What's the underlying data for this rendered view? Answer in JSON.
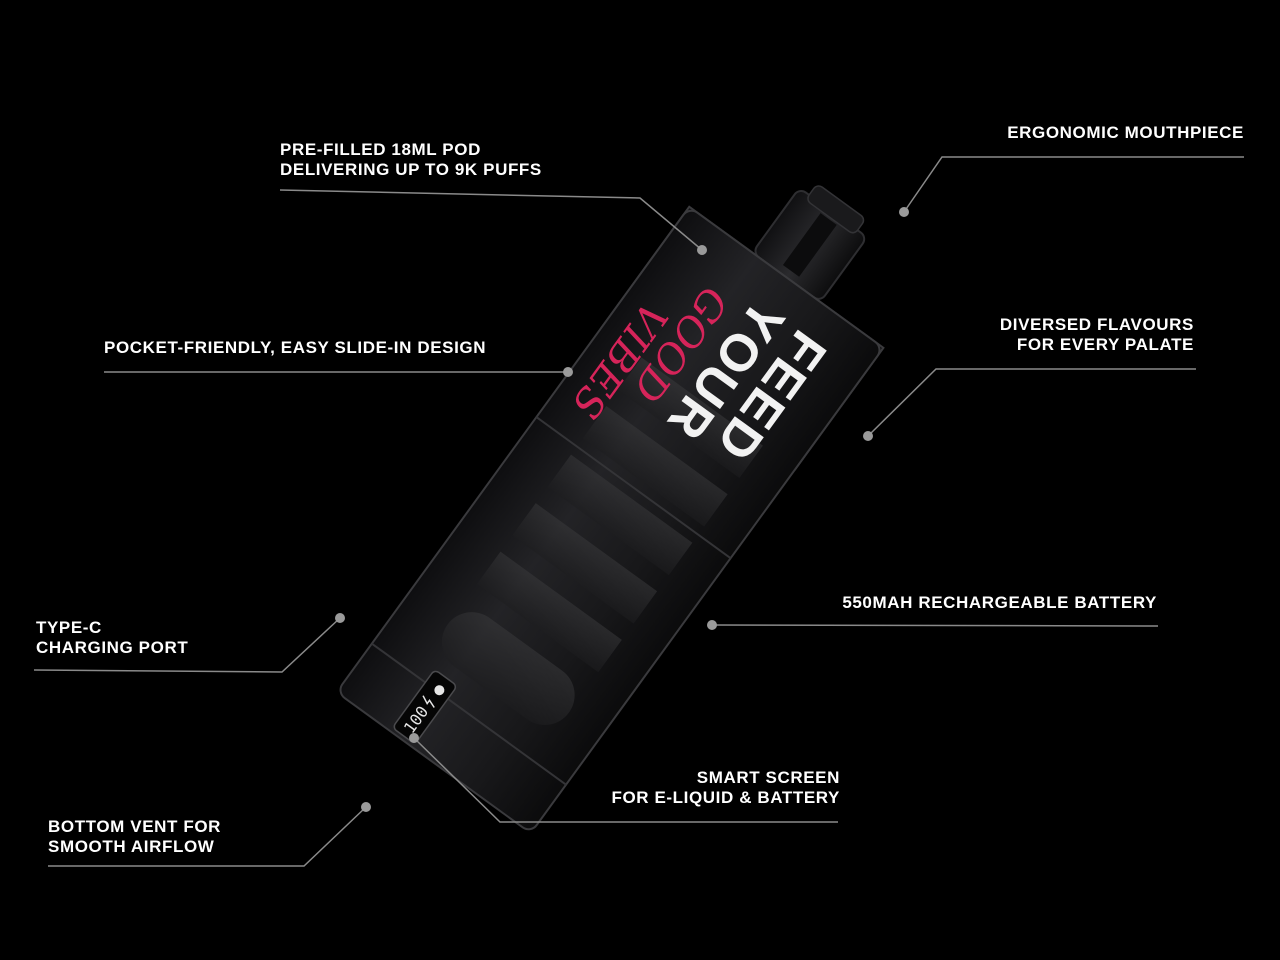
{
  "colors": {
    "background": "#000000",
    "label_text": "#ffffff",
    "leader_line": "#8a8a8a",
    "device_body": "#1c1c1e",
    "device_edge": "#3a3a3d",
    "brand_white": "#f2f2f2",
    "brand_pink": "#d6245a"
  },
  "product": {
    "brand_lines": [
      "FEED",
      "YOUR"
    ],
    "script_lines": [
      "GOOD",
      "VIBES"
    ],
    "screen_readout": "100"
  },
  "callouts": {
    "pod": {
      "line1": "PRE-FILLED 18ML POD",
      "line2": "DELIVERING UP TO 9K PUFFS"
    },
    "mouthpiece": {
      "line1": "ERGONOMIC MOUTHPIECE"
    },
    "pocket": {
      "line1": "POCKET-FRIENDLY, EASY SLIDE-IN DESIGN"
    },
    "flavours": {
      "line1": "DIVERSED FLAVOURS",
      "line2": "FOR EVERY PALATE"
    },
    "battery": {
      "line1": "550MAH RECHARGEABLE BATTERY"
    },
    "charging": {
      "line1": "TYPE-C",
      "line2": "CHARGING PORT"
    },
    "screen": {
      "line1": "SMART SCREEN",
      "line2": "FOR E-LIQUID & BATTERY"
    },
    "vent": {
      "line1": "BOTTOM VENT FOR",
      "line2": "SMOOTH AIRFLOW"
    }
  },
  "icons": {
    "leader_dot": "dot-marker-icon",
    "screen_drop": "droplet-icon",
    "screen_bolt": "bolt-icon"
  }
}
